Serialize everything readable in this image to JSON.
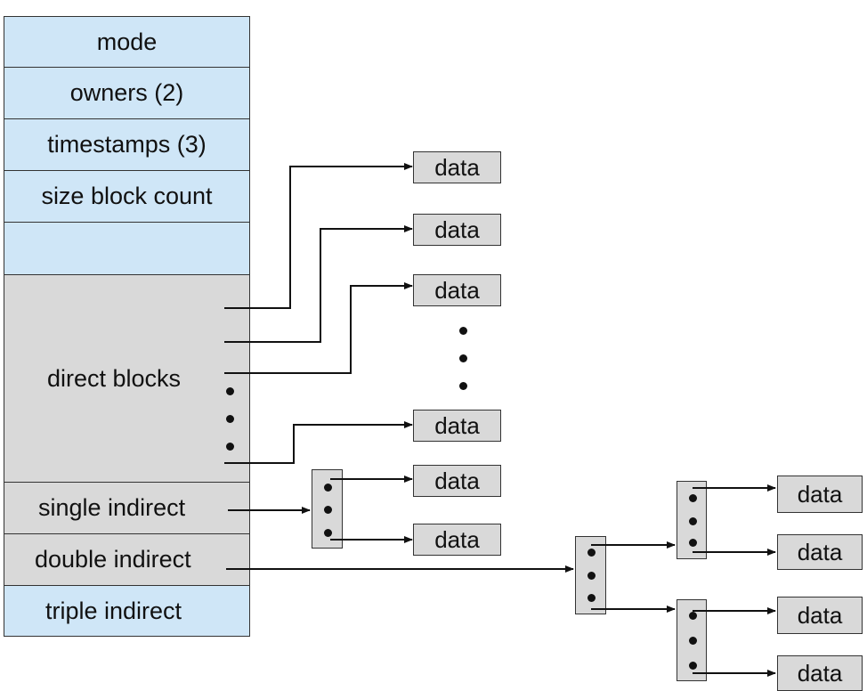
{
  "inode": {
    "mode": "mode",
    "owners": "owners (2)",
    "timestamps": "timestamps (3)",
    "size": "size block count",
    "direct": "direct blocks",
    "single": "single indirect",
    "double": "double indirect",
    "triple": "triple indirect"
  },
  "block_label": "data",
  "colors": {
    "metadata": "#cfe6f7",
    "blocks": "#d9d9d9"
  }
}
